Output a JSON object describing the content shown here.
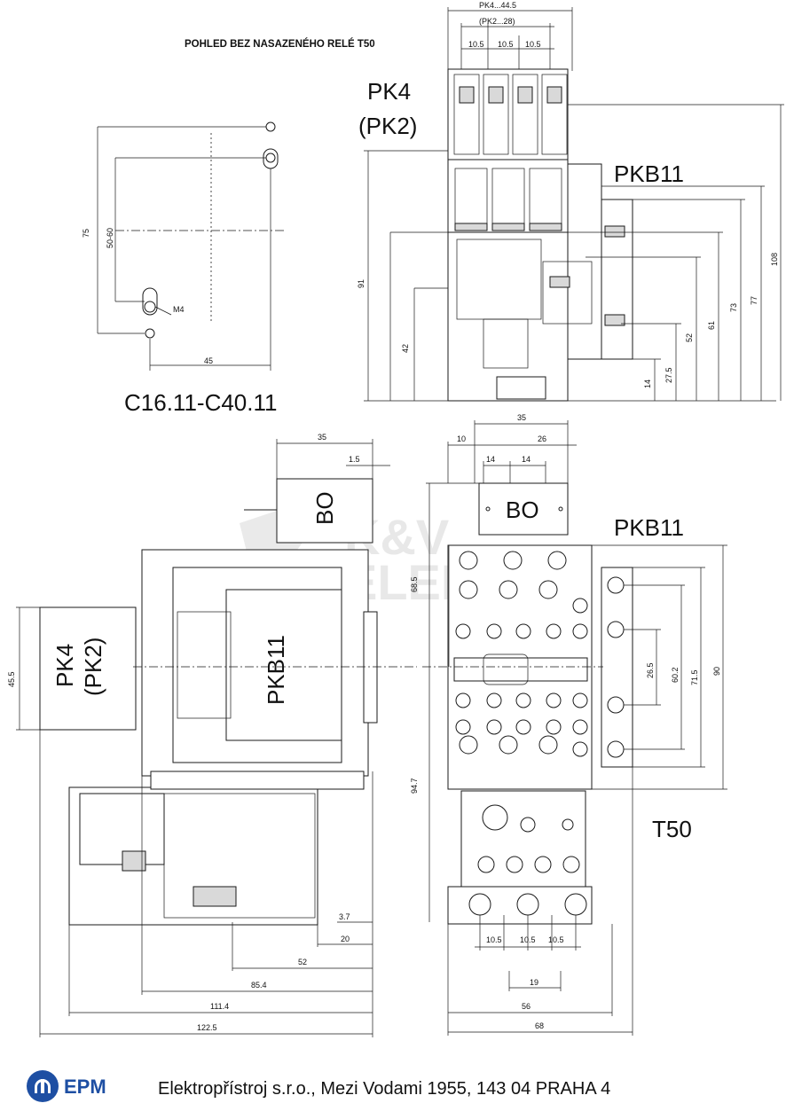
{
  "header": {
    "caption": "POHLED BEZ NASAZENÉHO RELÉ T50"
  },
  "labels": {
    "pk4": "PK4",
    "pk2": "(PK2)",
    "pkb11": "PKB11",
    "bo": "BO",
    "t50": "T50",
    "model_range": "C16.11-C40.11"
  },
  "watermark": {
    "line1": "K&V",
    "line2": "ELEKTRO"
  },
  "dimensions": {
    "mount": {
      "d75": "75",
      "d50_60": "50-60",
      "m4": "M4",
      "d45": "45"
    },
    "top_right": {
      "pk4_44_5": "PK4...44.5",
      "pk2_28": "(PK2...28)",
      "w10_5a": "10.5",
      "w10_5b": "10.5",
      "w10_5c": "10.5",
      "d91": "91",
      "d42": "42",
      "d14": "14",
      "d27_5": "27.5",
      "d52": "52",
      "d61": "61",
      "d73": "73",
      "d77": "77",
      "d108": "108"
    },
    "side": {
      "d35": "35",
      "d1_5": "1.5",
      "d45_5": "45.5",
      "d3_7": "3.7",
      "d20": "20",
      "d52": "52",
      "d85_4": "85.4",
      "d111_4": "111.4",
      "d122_5": "122.5"
    },
    "front": {
      "d35": "35",
      "d10": "10",
      "d26": "26",
      "d14a": "14",
      "d14b": "14",
      "d68_5": "68.5",
      "d94_7": "94.7",
      "d26_5": "26.5",
      "d60_2": "60.2",
      "d71_5": "71.5",
      "d90": "90",
      "b10_5a": "10.5",
      "b10_5b": "10.5",
      "b10_5c": "10.5",
      "d19": "19",
      "d56": "56",
      "d68": "68"
    }
  },
  "footer": {
    "logo_text": "EPM",
    "company": "Elektropřístroj s.r.o., Mezi Vodami 1955, 143 04 PRAHA 4"
  }
}
